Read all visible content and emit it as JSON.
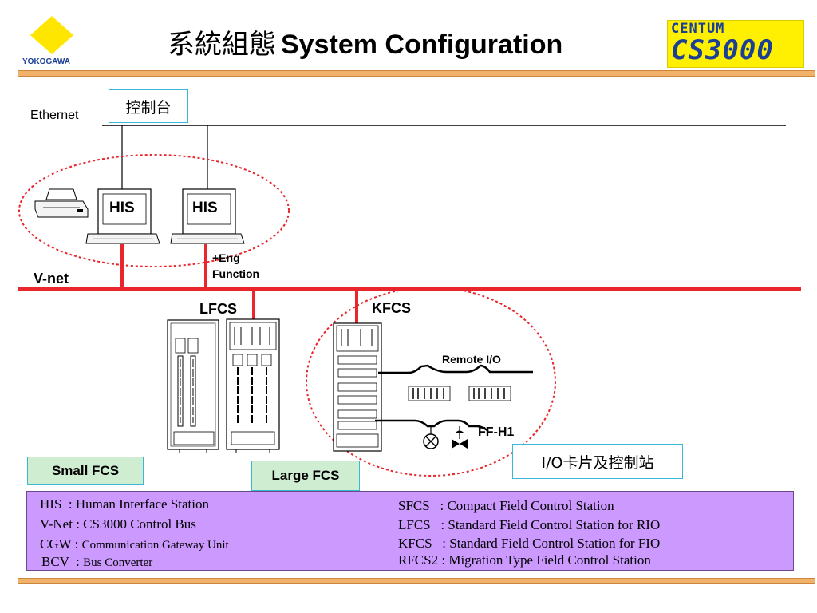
{
  "header": {
    "title_cjk": "系統組態",
    "title_en": "System Configuration",
    "brand_left": "YOKOGAWA",
    "logo_right_top": "CENTUM",
    "logo_right_bottom": "CS3000"
  },
  "network": {
    "ethernet_label": "Ethernet",
    "console_label": "控制台",
    "vnet_label": "V-net",
    "his_label": "HIS",
    "eng_line1": "+Eng",
    "eng_line2": "Function"
  },
  "fcs": {
    "lfcs_label": "LFCS",
    "kfcs_label": "KFCS",
    "remote_io_label": "Remote I/O",
    "ffh1_label": "FF-H1",
    "small_fcs_label": "Small FCS",
    "large_fcs_label": "Large FCS",
    "io_card_label": "I/O卡片及控制站"
  },
  "legend": {
    "left": [
      {
        "abbr": "HIS",
        "sep": "  : ",
        "desc": "Human Interface Station"
      },
      {
        "abbr": "V-Net",
        "sep": " : ",
        "desc": "CS3000 Control Bus"
      },
      {
        "abbr": "CGW",
        "sep": " : ",
        "desc": "Communication Gateway Unit"
      },
      {
        "abbr": "BCV",
        "sep": "  : ",
        "desc": "Bus Converter"
      }
    ],
    "right": [
      {
        "abbr": "SFCS",
        "sep": "   : ",
        "desc": "Compact Field Control Station"
      },
      {
        "abbr": "LFCS",
        "sep": "   : ",
        "desc": "Standard Field Control Station for RIO"
      },
      {
        "abbr": "KFCS",
        "sep": "   : ",
        "desc": "Standard Field Control Station for FIO"
      },
      {
        "abbr": "RFCS2",
        "sep": " : ",
        "desc": "Migration Type Field Control Station"
      }
    ]
  },
  "colors": {
    "vnet": "#e8262c",
    "brand_blue": "#1a3f95",
    "logo_yellow": "#ffef00",
    "legend_bg": "#cc99ff",
    "label_green": "#cfeed1",
    "box_border": "#39b8d6",
    "header_bar": "#f2b26a"
  }
}
